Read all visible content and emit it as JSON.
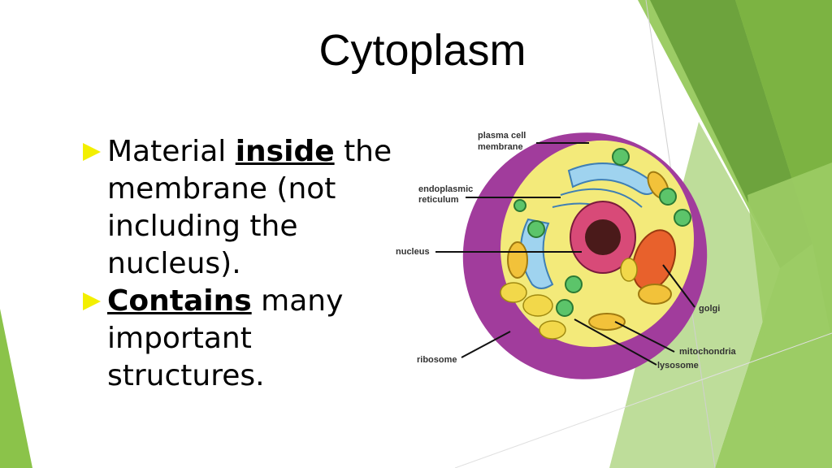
{
  "slide": {
    "title": "Cytoplasm",
    "bullet1": {
      "pre": "Material ",
      "emph": "inside",
      "post": " the membrane (not including the nucleus)."
    },
    "bullet2": {
      "emph": "Contains",
      "post": " many important structures."
    }
  },
  "diagram": {
    "labels": {
      "plasma_line1": "plasma cell",
      "plasma_line2": "membrane",
      "er_line1": "endoplasmic",
      "er_line2": "reticulum",
      "nucleus": "nucleus",
      "ribosome": "ribosome",
      "golgi": "golgi",
      "mitochondria": "mitochondria",
      "lysosome": "lysosome"
    }
  },
  "colors": {
    "accent_green": "#7cb342",
    "light_green": "#c5e1a5",
    "dark_green": "#558b2f",
    "bullet_arrow": "#f3ef00",
    "cell_membrane": "#a13c9c",
    "cytoplasm": "#f3ea7a",
    "nucleus": "#d84a78"
  }
}
